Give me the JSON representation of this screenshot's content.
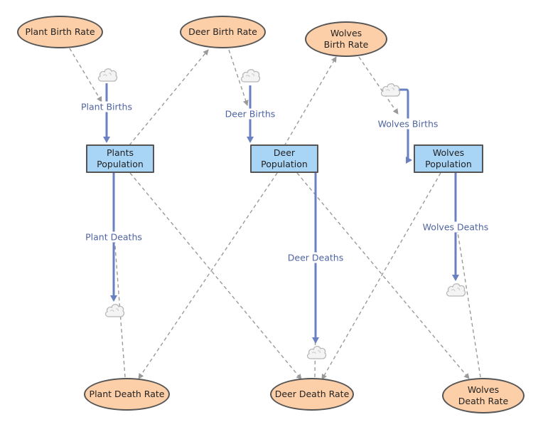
{
  "diagram": {
    "rates": {
      "plant_birth": "Plant Birth Rate",
      "deer_birth": "Deer Birth Rate",
      "wolves_birth": "Wolves Birth Rate",
      "plant_death": "Plant Death Rate",
      "deer_death": "Deer Death Rate",
      "wolves_death": "Wolves Death Rate"
    },
    "stocks": {
      "plants": "Plants Population",
      "deer": "Deer Population",
      "wolves": "Wolves Population"
    },
    "flows": {
      "plant_births": "Plant Births",
      "deer_births": "Deer Births",
      "wolves_births": "Wolves Births",
      "plant_deaths": "Plant Deaths",
      "deer_deaths": "Deer Deaths",
      "wolves_deaths": "Wolves Deaths"
    },
    "colors": {
      "rate_fill": "#fdcfa8",
      "stock_fill": "#a8d4f6",
      "flow_stroke": "#6a80c0",
      "link_stroke": "#9a9a9a",
      "flow_label": "#4f64a0"
    },
    "icons": {
      "source_sink": "cloud-icon"
    }
  }
}
